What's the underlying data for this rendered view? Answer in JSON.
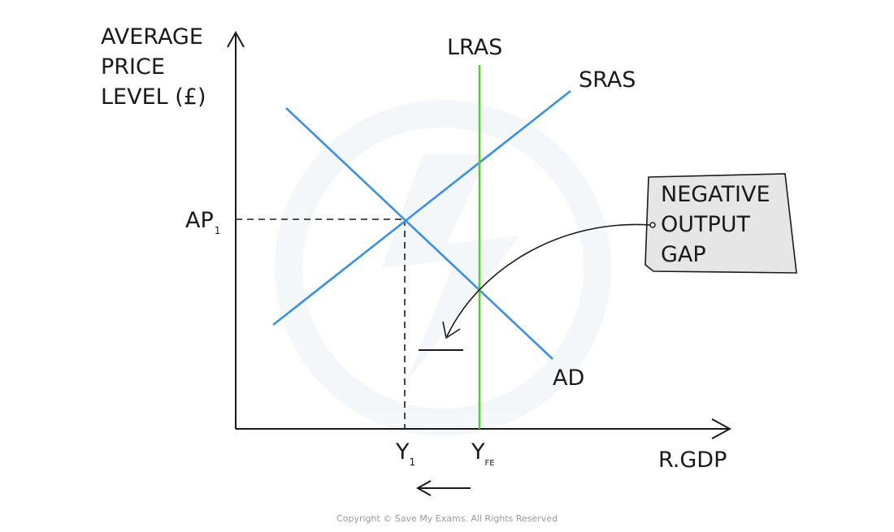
{
  "diagram": {
    "y_axis_label": [
      "AVERAGE",
      "PRICE",
      "LEVEL (£)"
    ],
    "x_axis_label": "R.GDP",
    "curves": {
      "lras": "LRAS",
      "sras": "SRAS",
      "ad": "AD"
    },
    "price_tick": {
      "main": "AP",
      "sub": "1"
    },
    "output_ticks": [
      {
        "main": "Y",
        "sub": "1"
      },
      {
        "main": "Y",
        "sub": "FE"
      }
    ],
    "callout": [
      "NEGATIVE",
      "OUTPUT",
      "GAP"
    ],
    "gap_sign": "—",
    "colors": {
      "as_ad_lines": "#3d8fe0",
      "lras_line": "#5cc93a",
      "callout_bg": "#e6e6e6",
      "ink": "#1a1a1a"
    }
  },
  "copyright": "Copyright © Save My Exams. All Rights Reserved"
}
